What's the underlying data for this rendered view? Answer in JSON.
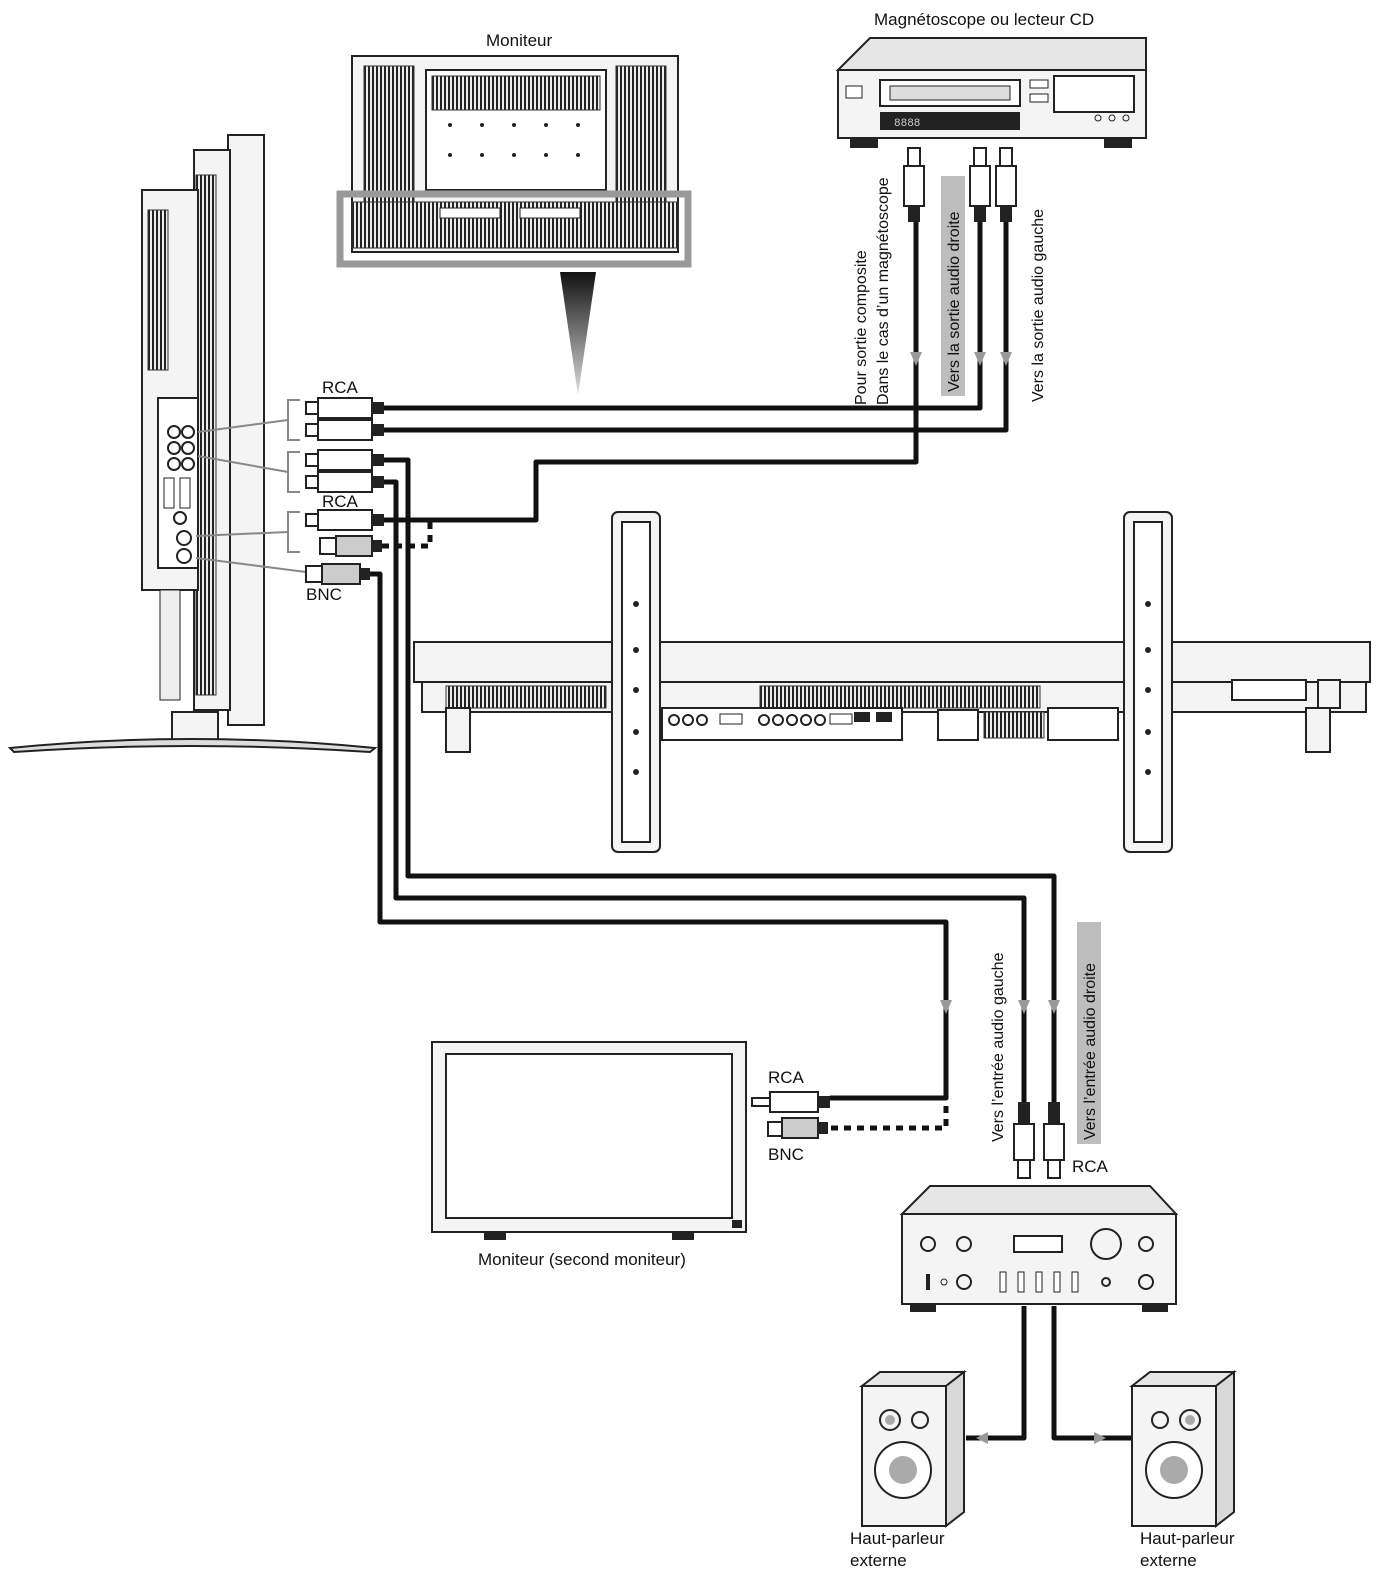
{
  "labels": {
    "monitor_top": "Moniteur",
    "vcr": "Magnétoscope ou lecteur CD",
    "composite_1": "Pour sortie composite",
    "composite_2": "Dans le cas d’un magnétoscope",
    "audio_right_out": "Vers la sortie audio droite",
    "audio_left_out": "Vers la sortie audio gauche",
    "rca_1": "RCA",
    "rca_2": "RCA",
    "bnc_1": "BNC",
    "rca_3": "RCA",
    "bnc_2": "BNC",
    "second_monitor": "Moniteur (second moniteur)",
    "audio_left_in": "Vers l’entrée audio gauche",
    "audio_right_in": "Vers l’entrée audio droite",
    "rca_4": "RCA",
    "speaker_left_1": "Haut-parleur",
    "speaker_left_2": "externe",
    "speaker_right_1": "Haut-parleur",
    "speaker_right_2": "externe",
    "vcr_display": "8888"
  }
}
